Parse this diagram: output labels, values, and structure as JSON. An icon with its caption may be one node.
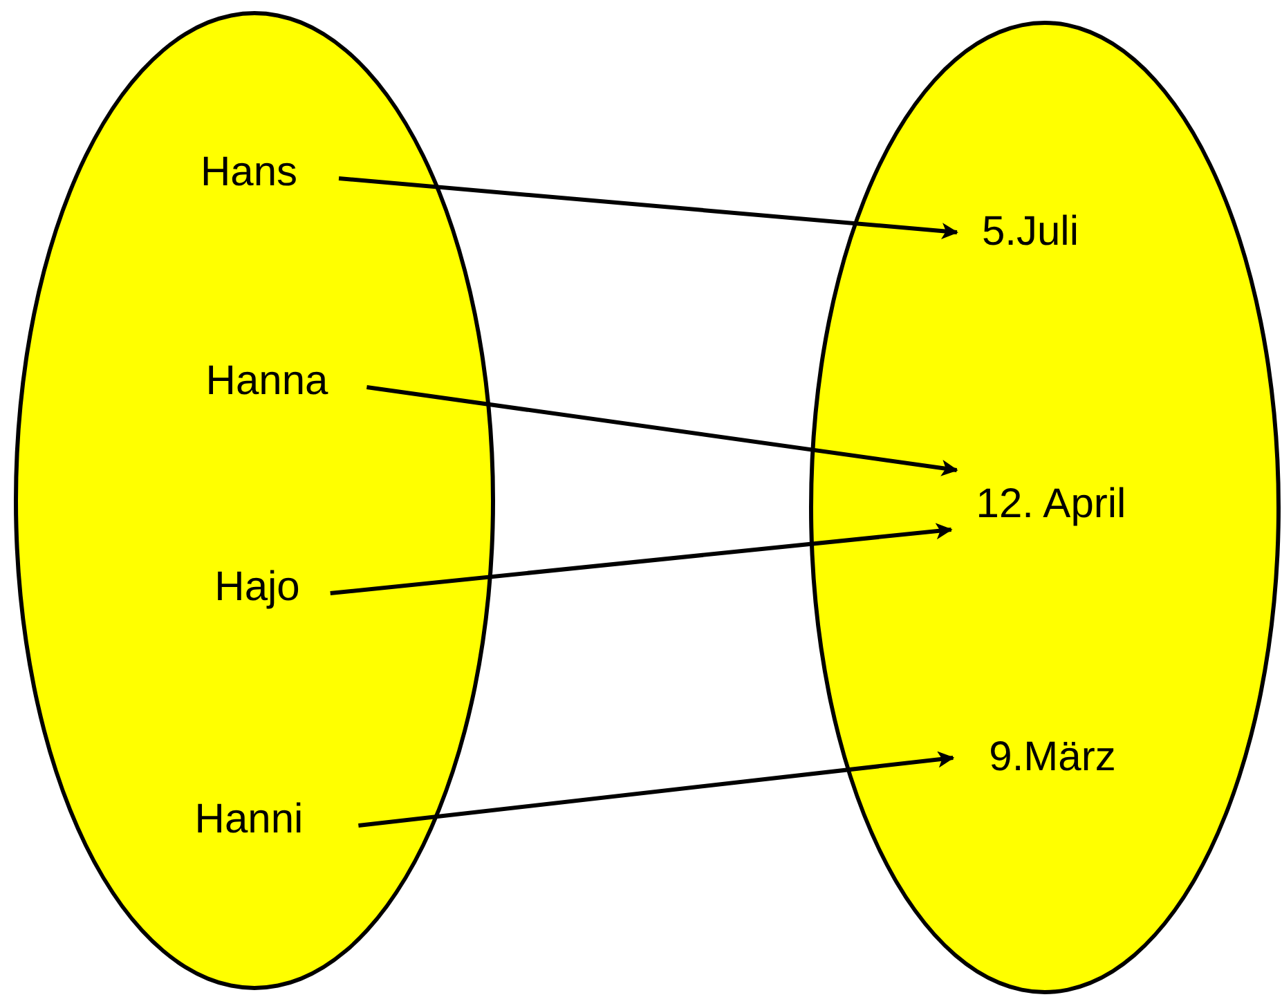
{
  "diagram": {
    "nodes": [
      {
        "text": [],
        "shape": "ellipse"
      },
      {
        "text": [
          "Hans"
        ],
        "in": 0
      },
      {
        "text": [
          "Hanna"
        ],
        "in": 0
      },
      {
        "text": [
          "Hajo"
        ],
        "in": 0
      },
      {
        "text": [
          "Hanni"
        ],
        "in": 0
      },
      {
        "text": [],
        "shape": "ellipse"
      },
      {
        "text": [
          "5.Juli"
        ],
        "in": 5
      },
      {
        "text": [
          "12. April"
        ],
        "in": 5
      },
      {
        "text": [
          "9.März"
        ],
        "in": 5
      }
    ],
    "edges": [
      {
        "from": 1,
        "to": 6,
        "arrow": "to"
      },
      {
        "from": 2,
        "to": 7,
        "arrow": "to"
      },
      {
        "from": 3,
        "to": 7,
        "arrow": "to"
      },
      {
        "from": 4,
        "to": 8,
        "arrow": "to"
      }
    ]
  }
}
